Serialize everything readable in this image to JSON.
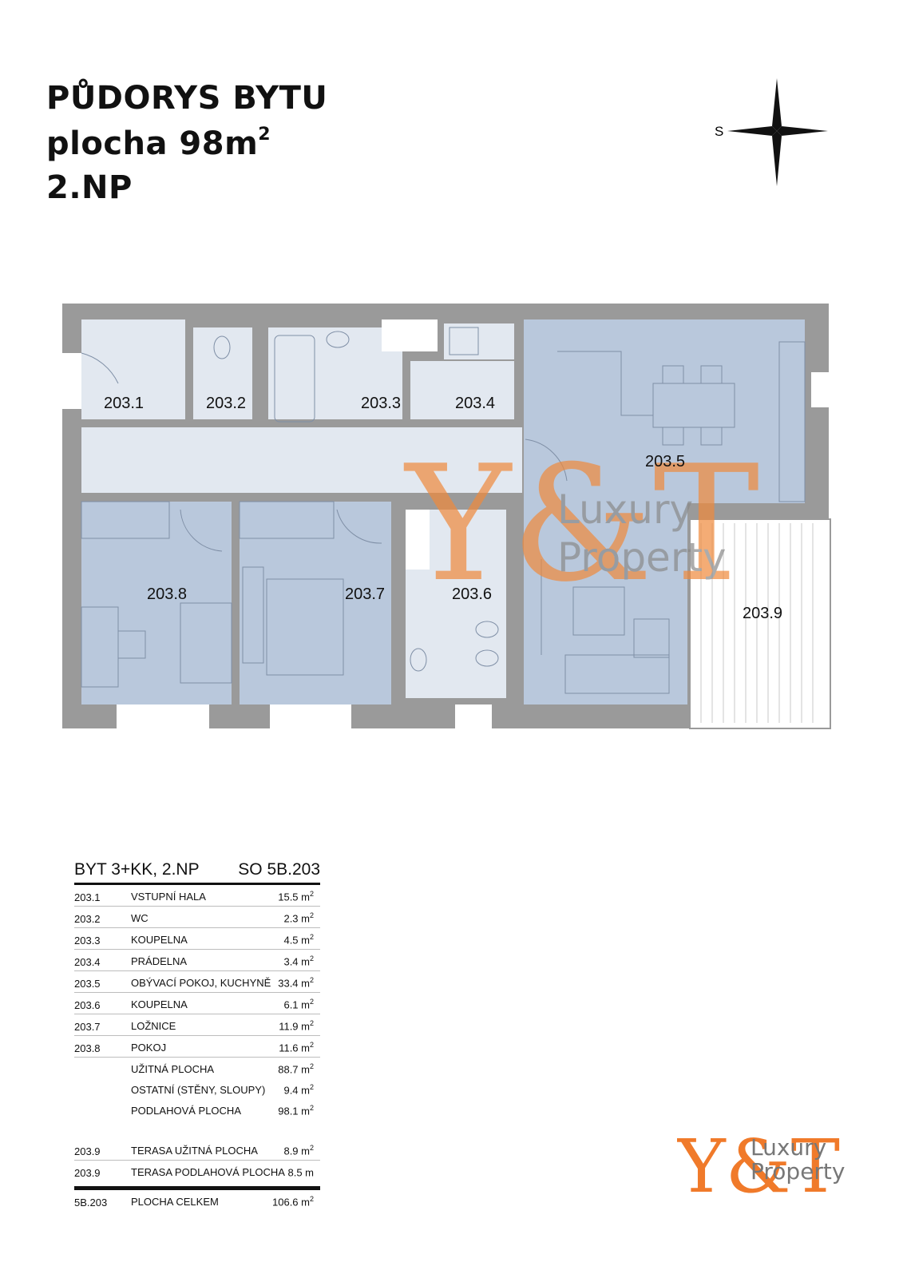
{
  "header": {
    "title": "PŮDORYS BYTU",
    "area_label": "plocha 98m",
    "area_sup": "2",
    "floor": "2.NP"
  },
  "compass": {
    "direction_label": "S"
  },
  "plan": {
    "rooms": [
      {
        "id": "203.1"
      },
      {
        "id": "203.2"
      },
      {
        "id": "203.3"
      },
      {
        "id": "203.4"
      },
      {
        "id": "203.5"
      },
      {
        "id": "203.6"
      },
      {
        "id": "203.7"
      },
      {
        "id": "203.8"
      },
      {
        "id": "203.9"
      }
    ],
    "colors": {
      "wall": "#9a9a9a",
      "room_light": "#e2e8f0",
      "room_blue": "#b9c8dc",
      "terrace": "#ffffff"
    },
    "watermark": {
      "mark": "Y&T",
      "line1": "Luxury",
      "line2": "Property",
      "color": "#f08a3c"
    }
  },
  "table": {
    "heading_left": "BYT 3+KK, 2.NP",
    "heading_right": "SO 5B.203",
    "rows": [
      {
        "code": "203.1",
        "name": "VSTUPNÍ HALA",
        "area": "15.5 m",
        "unit_sup": "2"
      },
      {
        "code": "203.2",
        "name": "WC",
        "area": "2.3 m",
        "unit_sup": "2"
      },
      {
        "code": "203.3",
        "name": "KOUPELNA",
        "area": "4.5 m",
        "unit_sup": "2"
      },
      {
        "code": "203.4",
        "name": "PRÁDELNA",
        "area": "3.4 m",
        "unit_sup": "2"
      },
      {
        "code": "203.5",
        "name": "OBÝVACÍ POKOJ, KUCHYNĚ",
        "area": "33.4 m",
        "unit_sup": "2"
      },
      {
        "code": "203.6",
        "name": "KOUPELNA",
        "area": "6.1 m",
        "unit_sup": "2"
      },
      {
        "code": "203.7",
        "name": "LOŽNICE",
        "area": "11.9 m",
        "unit_sup": "2"
      },
      {
        "code": "203.8",
        "name": "POKOJ",
        "area": "11.6 m",
        "unit_sup": "2"
      }
    ],
    "summary": [
      {
        "name": "UŽITNÁ PLOCHA",
        "area": "88.7 m",
        "unit_sup": "2"
      },
      {
        "name": "OSTATNÍ (STĚNY, SLOUPY)",
        "area": "9.4 m",
        "unit_sup": "2"
      },
      {
        "name": "PODLAHOVÁ PLOCHA",
        "area": "98.1 m",
        "unit_sup": "2"
      }
    ],
    "terrace": [
      {
        "code": "203.9",
        "name": "TERASA UŽITNÁ PLOCHA",
        "area": "8.9 m",
        "unit_sup": "2"
      },
      {
        "code": "203.9",
        "name": "TERASA PODLAHOVÁ PLOCHA",
        "area": "8.5 m",
        "unit_sup": ""
      }
    ],
    "total": {
      "code": "5B.203",
      "name": "PLOCHA CELKEM",
      "area": "106.6 m",
      "unit_sup": "2"
    }
  },
  "logo": {
    "mark": "Y&T",
    "line1": "Luxury",
    "line2": "Property",
    "accent": "#f07a2a"
  }
}
